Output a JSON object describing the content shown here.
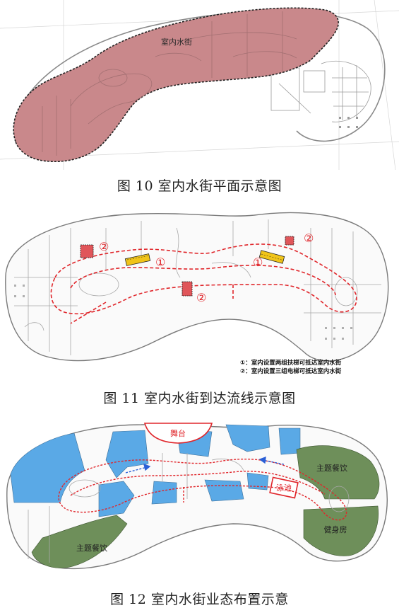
{
  "figures": [
    {
      "caption": "图 10  室内水街平面示意图",
      "zone_label": "室内水街",
      "colors": {
        "fill": "#c9888b",
        "outline": "#222222"
      }
    },
    {
      "caption": "图 11  室内水街到达流线示意图",
      "markers": {
        "escalator": "①",
        "elevator": "②"
      },
      "legend": [
        "①：室内设置两组扶梯可抵达室内水街",
        "②：室内设置三组电梯可抵达室内水街"
      ],
      "colors": {
        "route": "#e0262b",
        "escalator": "#f0c419",
        "elevator": "#e0565a"
      }
    },
    {
      "caption": "图 12  室内水街业态布置示意",
      "labels": {
        "stage": "舞台",
        "pool": "泳池",
        "themed_dining_right": "主题餐饮",
        "themed_dining_left": "主题餐饮",
        "gym": "健身房"
      },
      "colors": {
        "retail": "#5aa9e6",
        "green": "#6e8f5a",
        "stage": "#e0262b"
      }
    }
  ]
}
